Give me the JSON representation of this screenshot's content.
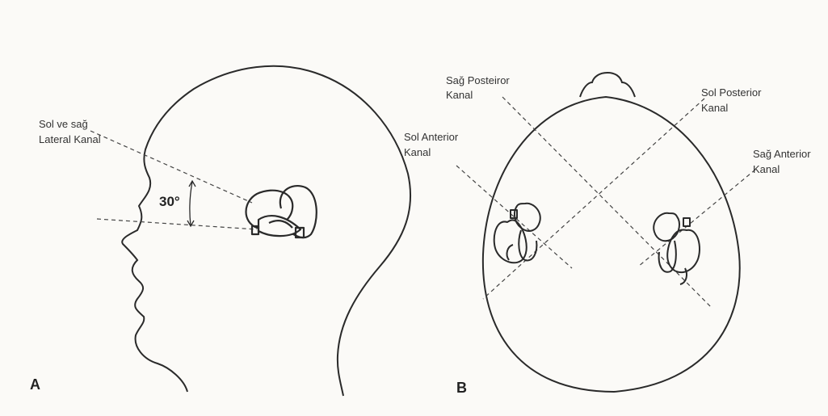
{
  "panel_a": {
    "letter": "A",
    "label_lateral_line1": "Sol ve sağ",
    "label_lateral_line2": "Lateral Kanal",
    "angle": "30°"
  },
  "panel_b": {
    "letter": "B",
    "label_sag_posterior_line1": "Sağ Posteiror",
    "label_sag_posterior_line2": "Kanal",
    "label_sol_posterior_line1": "Sol Posterior",
    "label_sol_posterior_line2": "Kanal",
    "label_sol_anterior_line1": "Sol Anterior",
    "label_sol_anterior_line2": "Kanal",
    "label_sag_anterior_line1": "Sağ Anterior",
    "label_sag_anterior_line2": "Kanal"
  }
}
